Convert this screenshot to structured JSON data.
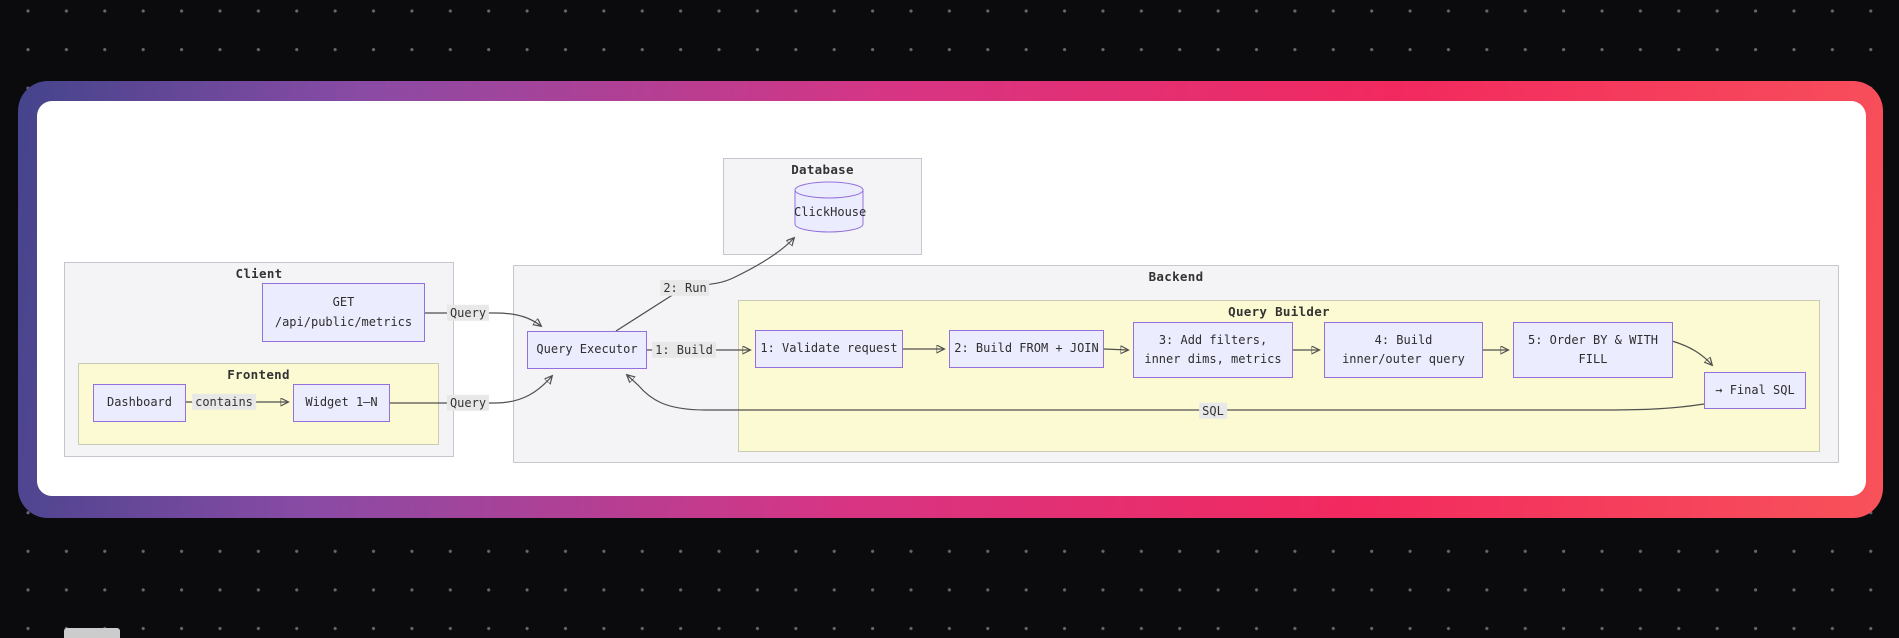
{
  "canvas": {
    "type": "dark-dotted-canvas",
    "colors": {
      "background": "#0b0a0c",
      "dot": "#6b6471",
      "card_gradient": [
        "#44448c",
        "#8a4ba5",
        "#d63585",
        "#f2295f",
        "#f8525a"
      ],
      "card_surface": "#ffffff",
      "node_fill": "#ececff",
      "node_border": "#9370db",
      "cluster_gray_fill": "#f4f4f6",
      "cluster_yellow_fill": "#fbfad2",
      "edge_stroke": "#4f4f4f",
      "edge_label_bg": "#e8e8e8"
    }
  },
  "diagram": {
    "clusters": {
      "database": {
        "title": "Database"
      },
      "client": {
        "title": "Client"
      },
      "frontend": {
        "title": "Frontend"
      },
      "backend": {
        "title": "Backend"
      },
      "query_builder": {
        "title": "Query Builder"
      }
    },
    "nodes": {
      "get_api": {
        "line1": "GET",
        "line2": "/api/public/metrics"
      },
      "dashboard": {
        "label": "Dashboard"
      },
      "widget": {
        "label": "Widget 1–N"
      },
      "clickhouse": {
        "label": "ClickHouse"
      },
      "query_executor": {
        "label": "Query Executor"
      },
      "step1": {
        "label": "1: Validate request"
      },
      "step2": {
        "label": "2: Build FROM + JOIN"
      },
      "step3": {
        "line1": "3: Add filters,",
        "line2": "inner dims, metrics"
      },
      "step4": {
        "line1": "4: Build",
        "line2": "inner/outer query"
      },
      "step5": {
        "line1": "5: Order BY & WITH",
        "line2": "FILL"
      },
      "final_sql": {
        "label": "→ Final SQL"
      }
    },
    "edge_labels": {
      "query_top": "Query",
      "query_bottom": "Query",
      "contains": "contains",
      "run": "2: Run",
      "build": "1: Build",
      "sql": "SQL"
    }
  }
}
